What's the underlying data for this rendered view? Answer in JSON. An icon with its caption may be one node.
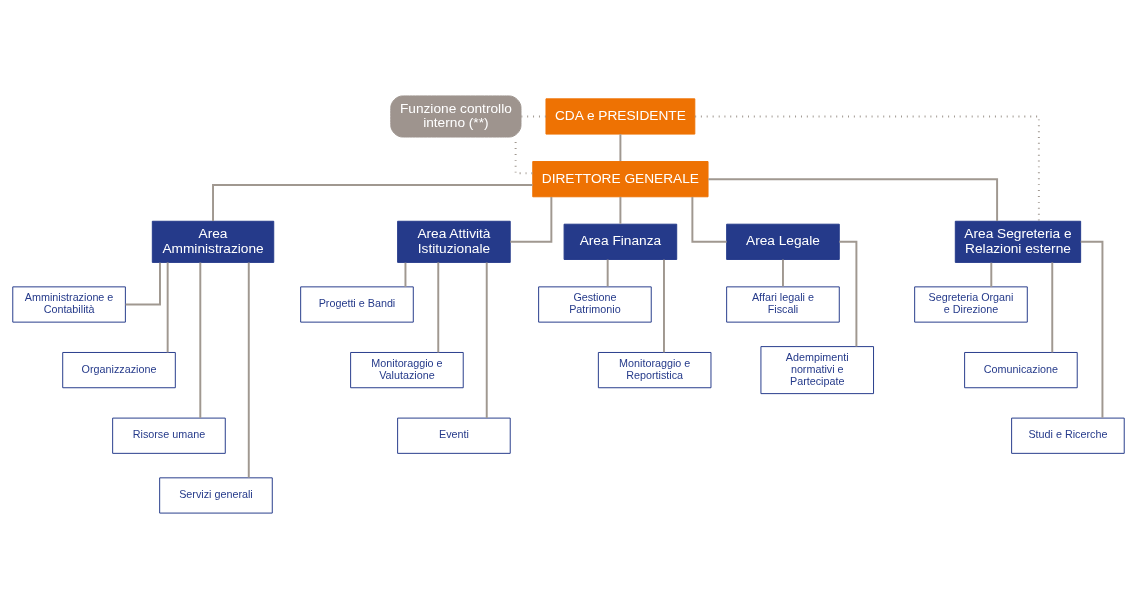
{
  "diagram": {
    "nodes": [
      {
        "text": [
          "Funzione controllo interno (**)"
        ]
      },
      {
        "text": [
          "CDA e PRESIDENTE"
        ]
      },
      {
        "text": [
          "DIRETTORE GENERALE"
        ]
      },
      {
        "text": [
          "Area Amministrazione"
        ]
      },
      {
        "text": [
          "Area Attività Istituzionale"
        ]
      },
      {
        "text": [
          "Area Finanza"
        ]
      },
      {
        "text": [
          "Area Legale"
        ]
      },
      {
        "text": [
          "Area Segreteria e Relazioni esterne"
        ]
      },
      {
        "text": [
          "Amministrazione e Contabilità"
        ]
      },
      {
        "text": [
          "Organizzazione"
        ]
      },
      {
        "text": [
          "Risorse umane"
        ]
      },
      {
        "text": [
          "Servizi generali"
        ]
      },
      {
        "text": [
          "Progetti e Bandi"
        ]
      },
      {
        "text": [
          "Monitoraggio e Valutazione"
        ]
      },
      {
        "text": [
          "Eventi"
        ]
      },
      {
        "text": [
          "Gestione Patrimonio"
        ]
      },
      {
        "text": [
          "Monitoraggio e Reportistica"
        ]
      },
      {
        "text": [
          "Affari legali e Fiscali"
        ]
      },
      {
        "text": [
          "Adempimenti normativi e Partecipate"
        ]
      },
      {
        "text": [
          "Segreteria Organi e Direzione"
        ]
      },
      {
        "text": [
          "Comunicazione"
        ]
      },
      {
        "text": [
          "Studi e Ricerche"
        ]
      }
    ],
    "edges": [
      {
        "from": 1,
        "to": 0,
        "arrow": "none",
        "style": "dashed"
      },
      {
        "from": 2,
        "to": 0,
        "arrow": "none",
        "style": "dashed"
      },
      {
        "from": 1,
        "to": 7,
        "arrow": "none",
        "style": "dashed"
      },
      {
        "from": 1,
        "to": 2,
        "arrow": "none"
      },
      {
        "from": 2,
        "to": 3,
        "arrow": "none"
      },
      {
        "from": 2,
        "to": 4,
        "arrow": "none"
      },
      {
        "from": 2,
        "to": 5,
        "arrow": "none"
      },
      {
        "from": 2,
        "to": 6,
        "arrow": "none"
      },
      {
        "from": 2,
        "to": 7,
        "arrow": "none"
      },
      {
        "from": 3,
        "to": 8,
        "arrow": "none"
      },
      {
        "from": 3,
        "to": 9,
        "arrow": "none"
      },
      {
        "from": 3,
        "to": 10,
        "arrow": "none"
      },
      {
        "from": 3,
        "to": 11,
        "arrow": "none"
      },
      {
        "from": 4,
        "to": 12,
        "arrow": "none"
      },
      {
        "from": 4,
        "to": 13,
        "arrow": "none"
      },
      {
        "from": 4,
        "to": 14,
        "arrow": "none"
      },
      {
        "from": 5,
        "to": 15,
        "arrow": "none"
      },
      {
        "from": 5,
        "to": 16,
        "arrow": "none"
      },
      {
        "from": 6,
        "to": 17,
        "arrow": "none"
      },
      {
        "from": 6,
        "to": 18,
        "arrow": "none"
      },
      {
        "from": 7,
        "to": 19,
        "arrow": "none"
      },
      {
        "from": 7,
        "to": 20,
        "arrow": "none"
      },
      {
        "from": 7,
        "to": 21,
        "arrow": "none"
      }
    ]
  }
}
